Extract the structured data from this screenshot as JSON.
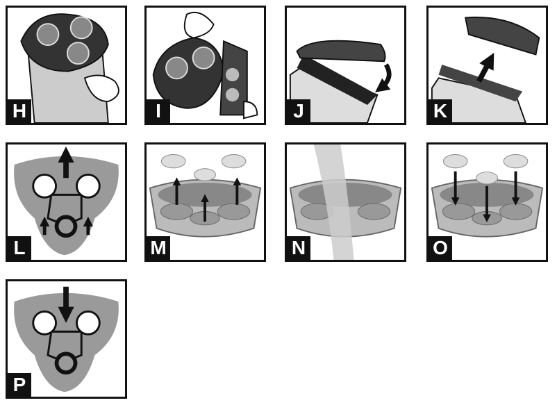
{
  "colors": {
    "border": "#111111",
    "label_bg": "#111111",
    "label_fg": "#ffffff",
    "shaver_gray": "#9a9a9a",
    "light_gray": "#d0d0d0"
  },
  "panels": [
    {
      "label": "H",
      "icon": "shaver-hold-icon"
    },
    {
      "label": "I",
      "icon": "shaver-open-head-icon"
    },
    {
      "label": "J",
      "icon": "head-close-arrow-icon"
    },
    {
      "label": "K",
      "icon": "head-lift-arrow-icon"
    },
    {
      "label": "L",
      "icon": "head-frame-remove-icon"
    },
    {
      "label": "M",
      "icon": "cutters-remove-icon"
    },
    {
      "label": "N",
      "icon": "rinse-water-icon"
    },
    {
      "label": "O",
      "icon": "cutters-insert-icon"
    },
    {
      "label": "P",
      "icon": "head-frame-insert-icon"
    }
  ]
}
